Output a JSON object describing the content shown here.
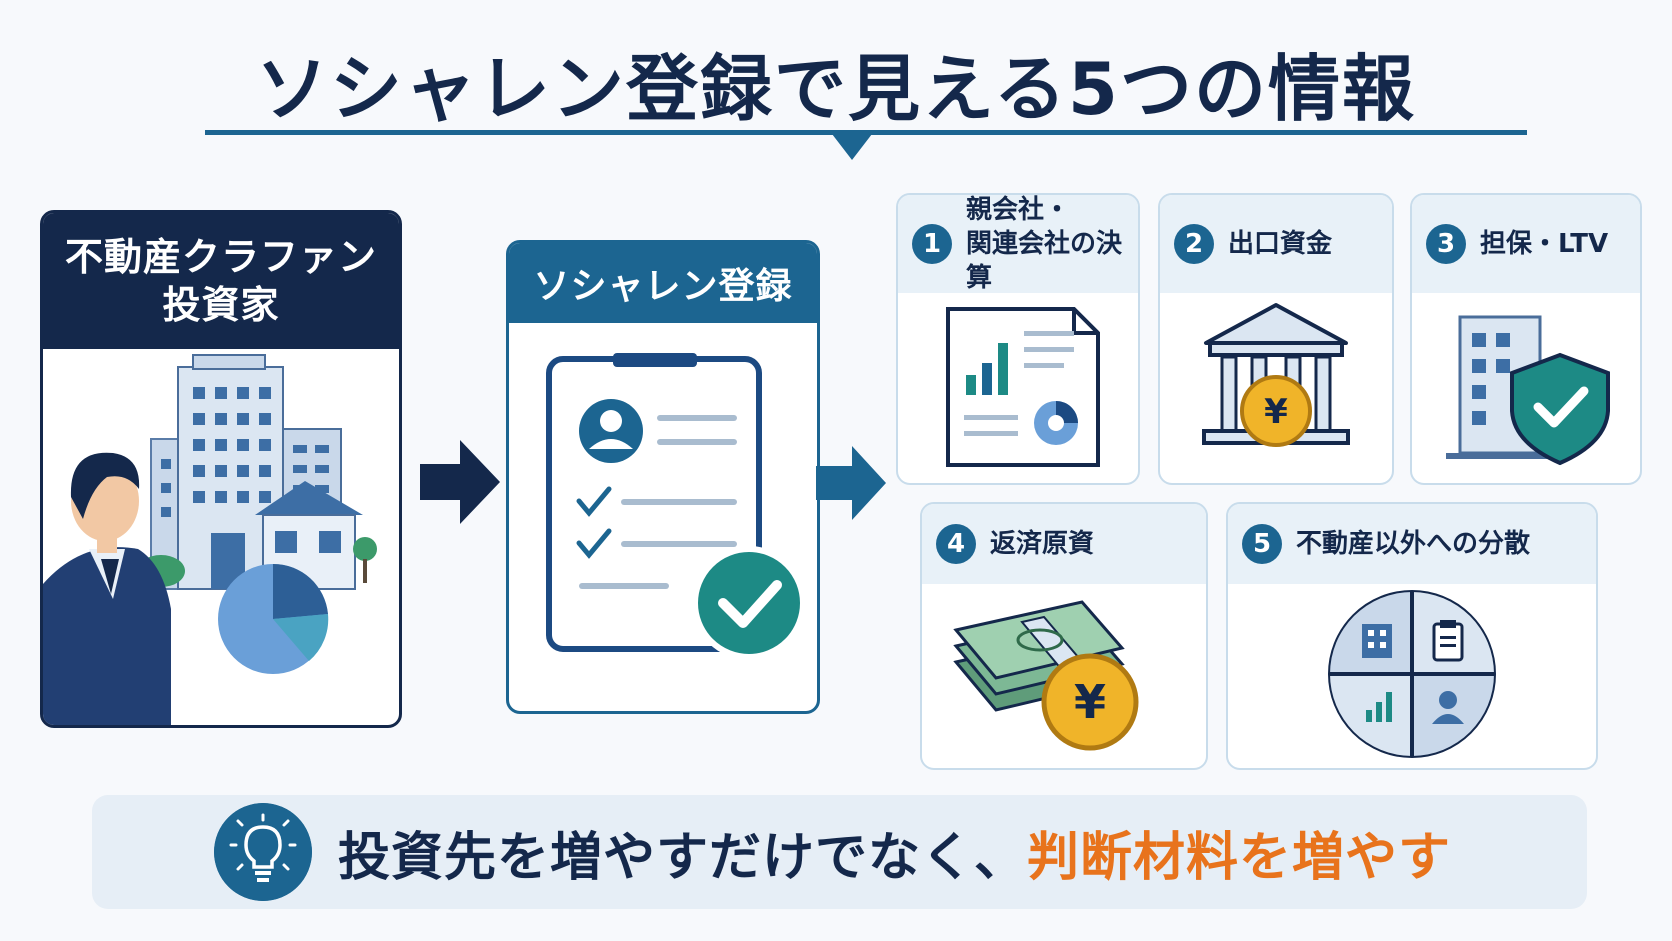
{
  "title": "ソシャレン登録で見える5つの情報",
  "investor": {
    "label_line1": "不動産クラファン",
    "label_line2": "投資家"
  },
  "register": {
    "label": "ソシャレン登録"
  },
  "cards": [
    {
      "number": "1",
      "label_line1": "親会社・",
      "label_line2": "関連会社の決算",
      "icon": "financial-report-icon"
    },
    {
      "number": "2",
      "label_line1": "出口資金",
      "label_line2": "",
      "icon": "bank-yen-icon"
    },
    {
      "number": "3",
      "label_line1": "担保・LTV",
      "label_line2": "",
      "icon": "building-shield-icon"
    },
    {
      "number": "4",
      "label_line1": "返済原資",
      "label_line2": "",
      "icon": "cash-yen-icon"
    },
    {
      "number": "5",
      "label_line1": "不動産以外への分散",
      "label_line2": "",
      "icon": "diversification-circle-icon"
    }
  ],
  "banner": {
    "text_main": "投資先を増やすだけでなく、",
    "text_accent": "判断材料を増やす"
  },
  "colors": {
    "navy": "#14284b",
    "blue": "#1c6591",
    "teal": "#1d8a85",
    "accent": "#e8731c",
    "gold": "#f0b429"
  }
}
